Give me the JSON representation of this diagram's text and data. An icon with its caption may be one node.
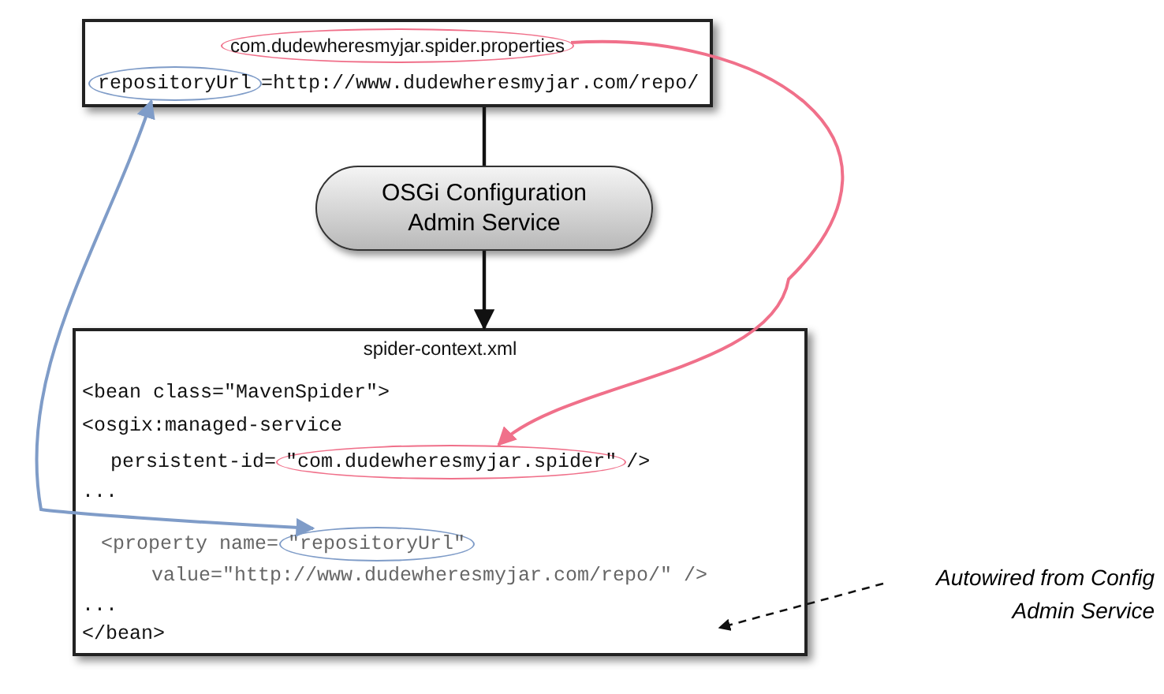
{
  "diagram": {
    "nodes": [
      {
        "text": [
          "=http://www.dudewheresmyjar.com/repo/"
        ]
      },
      {
        "text": [
          "com.dudewheresmyjar.spider.properties"
        ],
        "in": 0
      },
      {
        "text": [
          "repositoryUrl"
        ],
        "in": 0
      },
      {
        "text": [
          "OSGi Configuration Admin Service"
        ]
      },
      {
        "text": [
          "spider-context.xml",
          "<bean class=\"MavenSpider\">",
          "<osgix:managed-service",
          "persistent-id=",
          "/>",
          "...",
          "<property name=",
          "value=\"http://www.dudewheresmyjar.com/repo/\" />",
          "...",
          "</bean>"
        ]
      },
      {
        "text": [
          "\"com.dudewheresmyjar.spider\""
        ],
        "in": 4
      },
      {
        "text": [
          "\"repositoryUrl\""
        ],
        "in": 4
      },
      {
        "text": [
          "Autowired from Config Admin Service"
        ]
      }
    ],
    "edges": [
      {
        "from": 0,
        "to": 3,
        "arrow": "none"
      },
      {
        "from": 3,
        "to": 4,
        "arrow": "to"
      },
      {
        "from": 1,
        "to": 5,
        "arrow": "to",
        "color": "#f0708a"
      },
      {
        "from": 2,
        "to": 6,
        "arrow": "both",
        "color": "#7f9cc8"
      },
      {
        "from": 7,
        "to": 4,
        "arrow": "to",
        "style": "dashed"
      }
    ]
  }
}
